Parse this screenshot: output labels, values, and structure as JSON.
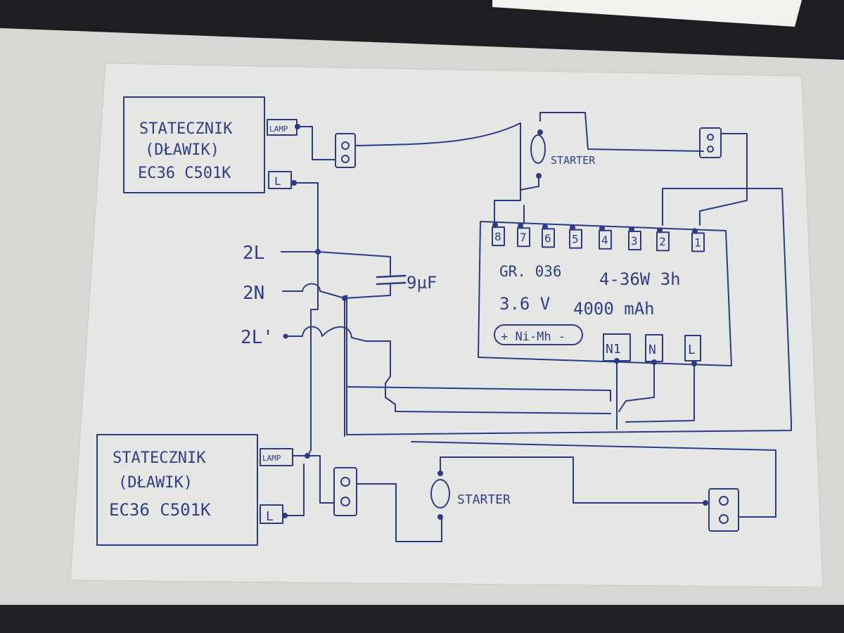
{
  "ballast_top": {
    "line1": "STATECZNIK",
    "line2": "(DŁAWIK)",
    "line3": "EC36 C501K",
    "lamp_label": "LAMP",
    "l_label": "L"
  },
  "ballast_bottom": {
    "line1": "STATECZNIK",
    "line2": "(DŁAWIK)",
    "line3": "EC36 C501K",
    "lamp_label": "LAMP",
    "l_label": "L"
  },
  "starter_top": {
    "label": "STARTER"
  },
  "starter_bottom": {
    "label": "STARTER"
  },
  "supply": {
    "l": "2L",
    "n": "2N",
    "l_prime": "2L'"
  },
  "capacitor": {
    "label": "9µF"
  },
  "module": {
    "terminals": [
      "8",
      "7",
      "6",
      "5",
      "4",
      "3",
      "2",
      "1"
    ],
    "line1": "GR. 036",
    "line1b": "4-36W 3h",
    "line2": "3.6 V",
    "line2b": "4000 mAh",
    "battery": "+ Ni-Mh -",
    "out_terminals": [
      "N1",
      "N",
      "L"
    ]
  }
}
